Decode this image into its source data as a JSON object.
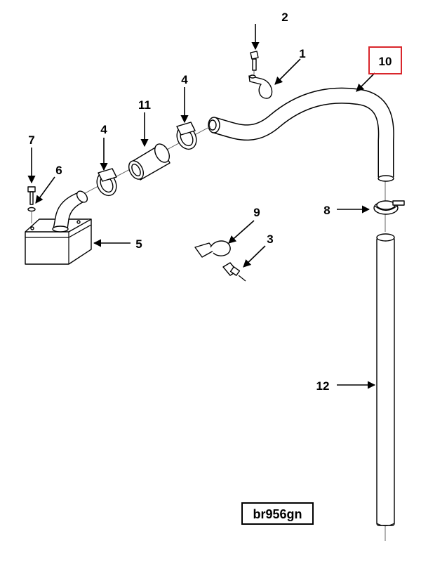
{
  "labels": {
    "l1": "1",
    "l2": "2",
    "l3": "3",
    "l4a": "4",
    "l4b": "4",
    "l5": "5",
    "l6": "6",
    "l7": "7",
    "l8": "8",
    "l9": "9",
    "l10": "10",
    "l11": "11",
    "l12": "12"
  },
  "highlight": {
    "label": "10",
    "color": "#d9262b"
  },
  "reference_code": "br956gn"
}
